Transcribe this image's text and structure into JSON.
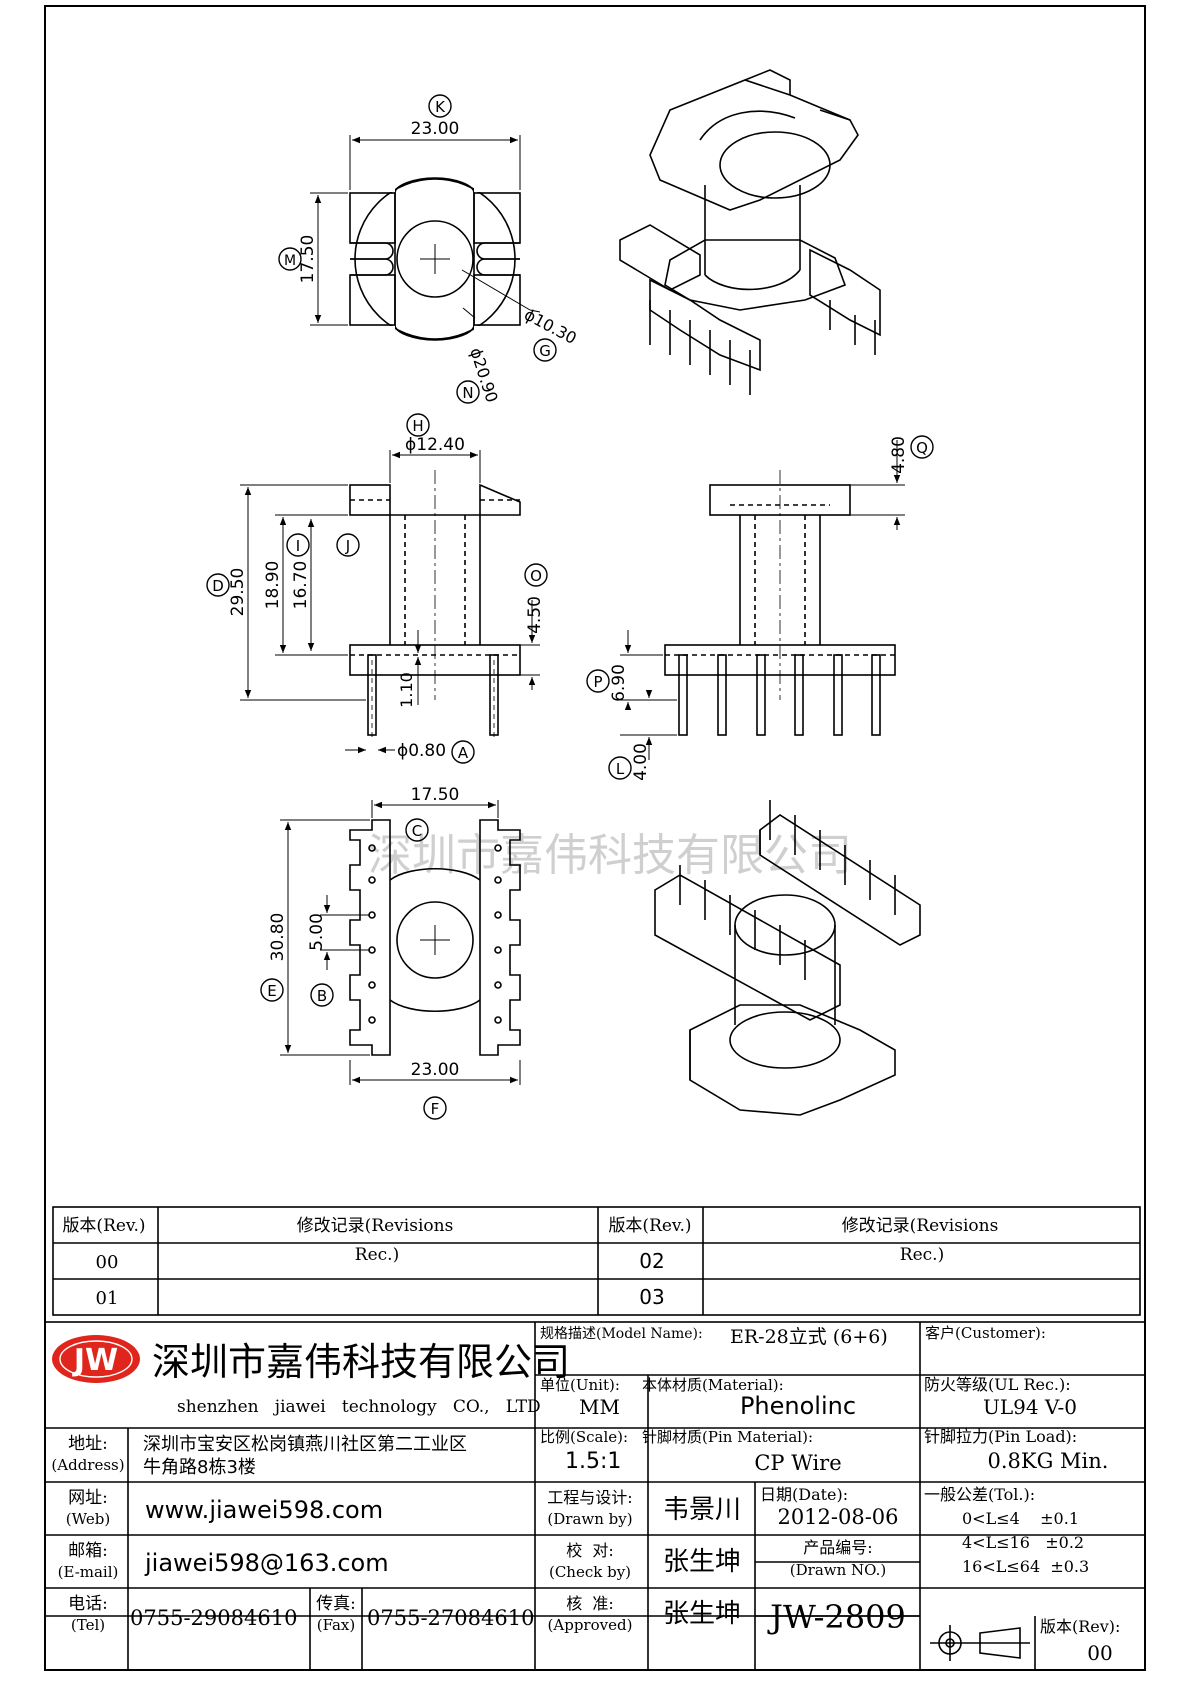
{
  "drawing": {
    "top_view": {
      "width_dim": "23.00",
      "height_dim": "17.50",
      "inner_dia": "ϕ10.30",
      "outer_dia": "ϕ20.90",
      "label_k": "K",
      "label_m": "M",
      "label_g": "G",
      "label_n": "N"
    },
    "front_view": {
      "top_dia": "ϕ12.40",
      "total_height": "29.50",
      "body_height": "18.90",
      "inner_height": "16.70",
      "pin_offset": "1.10",
      "flange": "4.50",
      "pin_dia": "ϕ0.80",
      "label_h": "H",
      "label_d": "D",
      "label_i": "I",
      "label_j": "J",
      "label_o": "O",
      "label_a": "A"
    },
    "side_view": {
      "top_flange": "4.80",
      "base_height": "6.90",
      "pin_length": "4.00",
      "label_q": "Q",
      "label_p": "P",
      "label_l": "L"
    },
    "bottom_view": {
      "top_width": "17.50",
      "height": "30.80",
      "pitch": "5.00",
      "bottom_width": "23.00",
      "label_c": "C",
      "label_e": "E",
      "label_b": "B",
      "label_f": "F"
    },
    "watermark": "深圳市嘉伟科技有限公司"
  },
  "revisions": {
    "headers": {
      "rev": "版本(Rev.)",
      "record": "修改记录(Revisions",
      "rev2": "版本(Rev.)",
      "record2": "修改记录(Revisions"
    },
    "rows": [
      {
        "rev": "00",
        "record": "Rec.)",
        "rev2": "02",
        "record2": "Rec.)"
      },
      {
        "rev": "01",
        "record": "",
        "rev2": "03",
        "record2": ""
      }
    ]
  },
  "title_block": {
    "logo": "JW",
    "company_cn": "深圳市嘉伟科技有限公司",
    "company_en": "shenzhen   jiawei   technology   CO.,   LTD",
    "address_label": "地址:",
    "address_label_en": "(Address)",
    "address_line1": "深圳市宝安区松岗镇燕川社区第二工业区",
    "address_line2": "牛角路8栋3楼",
    "web_label": "网址:",
    "web_label_en": "(Web)",
    "web": "www.jiawei598.com",
    "email_label": "邮箱:",
    "email_label_en": "(E-mail)",
    "email": "jiawei598@163.com",
    "tel_label": "电话:",
    "tel_label_en": "(Tel)",
    "tel": "0755-29084610",
    "fax_label": "传真:",
    "fax_label_en": "(Fax)",
    "fax": "0755-27084610",
    "model_label": "规格描述(Model Name):",
    "model": "ER-28立式 (6+6)",
    "customer_label": "客户(Customer):",
    "unit_label": "单位(Unit):",
    "unit": "MM",
    "material_label": "本体材质(Material):",
    "material": "Phenolinc",
    "ul_label": "防火等级(UL Rec.):",
    "ul": "UL94 V-0",
    "scale_label": "比例(Scale):",
    "scale": "1.5:1",
    "pin_material_label": "针脚材质(Pin Material):",
    "pin_material": "CP Wire",
    "pin_load_label": "针脚拉力(Pin Load):",
    "pin_load": "0.8KG Min.",
    "drawn_label": "工程与设计:",
    "drawn_label_en": "(Drawn by)",
    "drawn": "韦景川",
    "date_label": "日期(Date):",
    "date": "2012-08-06",
    "check_label": "校  对:",
    "check_label_en": "(Check by)",
    "check": "张生坤",
    "product_no_label": "产品编号:",
    "product_no_label_en": "(Drawn NO.)",
    "approve_label": "核  准:",
    "approve_label_en": "(Approved)",
    "approve": "张生坤",
    "drawing_no": "JW-2809",
    "tol_label": "一般公差(Tol.):",
    "tol1": "0<L≤4    ±0.1",
    "tol2": "4<L≤16   ±0.2",
    "tol3": "16<L≤64  ±0.3",
    "rev_label": "版本(Rev):",
    "rev": "00"
  }
}
